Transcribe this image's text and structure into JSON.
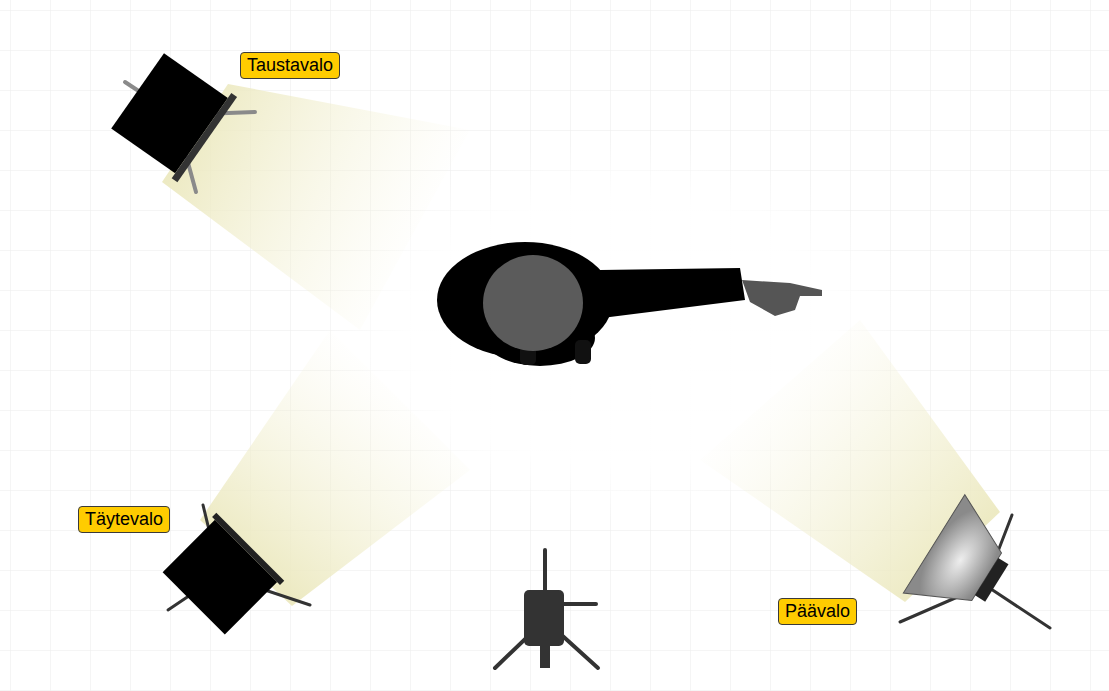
{
  "diagram": {
    "nodes": [
      {
        "text": [
          "Taustavalo"
        ]
      },
      {
        "text": [
          "Täytevalo"
        ]
      },
      {
        "text": [
          "Päävalo"
        ]
      }
    ]
  }
}
